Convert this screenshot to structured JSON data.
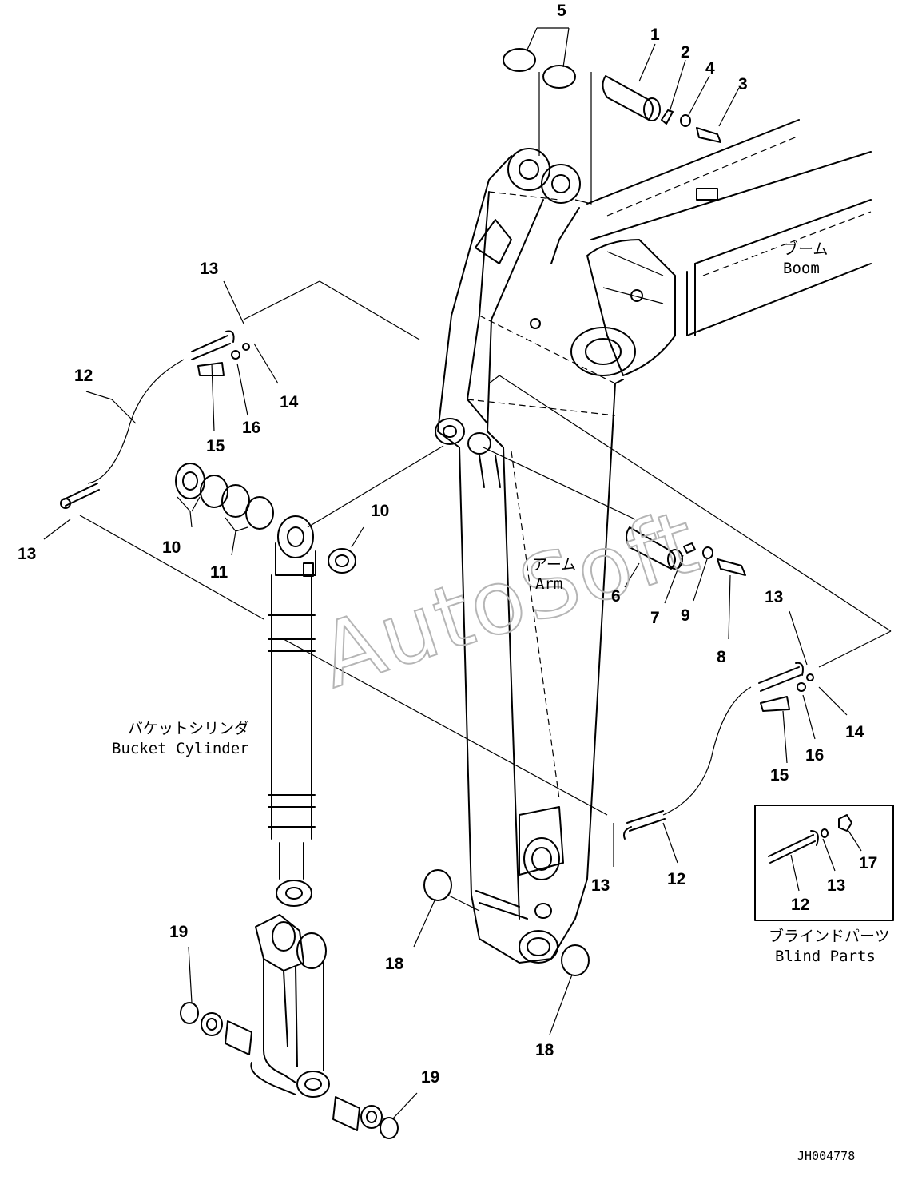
{
  "labels": {
    "boom_jp": "ブーム",
    "boom_en": "Boom",
    "arm_jp": "アーム",
    "arm_en": "Arm",
    "cyl_jp": "バケットシリンダ",
    "cyl_en": "Bucket Cylinder",
    "blind_jp": "ブラインドパーツ",
    "blind_en": "Blind Parts",
    "watermark": "AutoSoft",
    "drawing_no": "JH004778"
  },
  "callouts": {
    "c1": "1",
    "c2": "2",
    "c3": "3",
    "c4": "4",
    "c5": "5",
    "c6": "6",
    "c7": "7",
    "c8": "8",
    "c9": "9",
    "c10a": "10",
    "c10b": "10",
    "c11": "11",
    "c12a": "12",
    "c12b": "12",
    "c12c": "12",
    "c13a": "13",
    "c13b": "13",
    "c13c": "13",
    "c13d": "13",
    "c13e": "13",
    "c14a": "14",
    "c14b": "14",
    "c15a": "15",
    "c15b": "15",
    "c16a": "16",
    "c16b": "16",
    "c17": "17",
    "c18a": "18",
    "c18b": "18",
    "c19a": "19",
    "c19b": "19"
  }
}
